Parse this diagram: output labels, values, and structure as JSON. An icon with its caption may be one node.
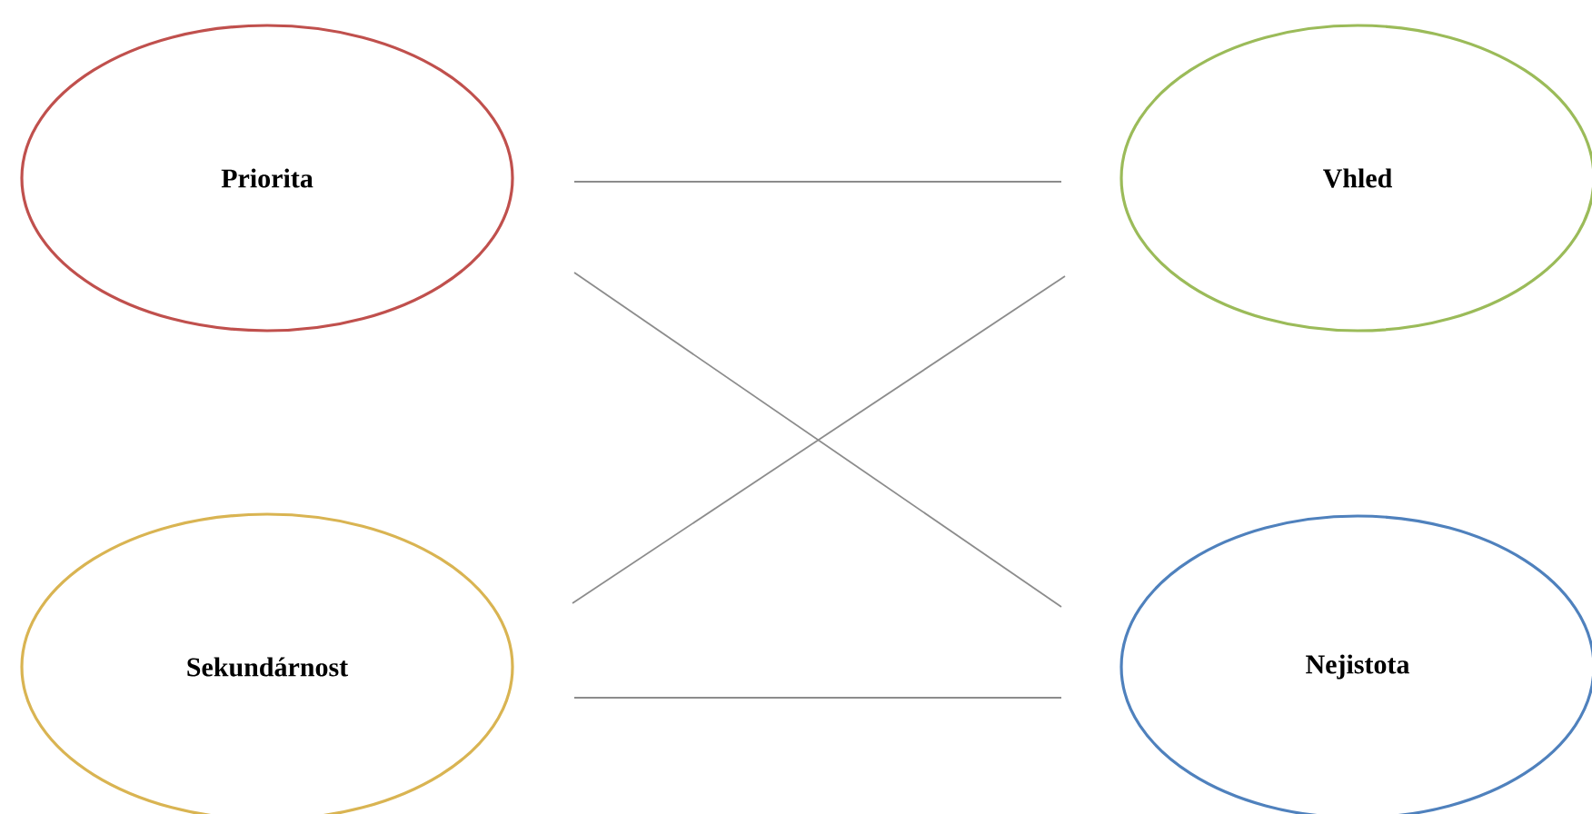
{
  "diagram": {
    "nodes": [
      {
        "text": [
          "Priorita"
        ]
      },
      {
        "text": [
          "Vhled"
        ]
      },
      {
        "text": [
          "Sekundárnost"
        ]
      },
      {
        "text": [
          "Nejistota"
        ]
      }
    ],
    "edges": [
      {
        "from": 0,
        "to": 1,
        "arrow": "none"
      },
      {
        "from": 0,
        "to": 3,
        "arrow": "none"
      },
      {
        "from": 2,
        "to": 1,
        "arrow": "none"
      },
      {
        "from": 2,
        "to": 3,
        "arrow": "none"
      }
    ]
  }
}
